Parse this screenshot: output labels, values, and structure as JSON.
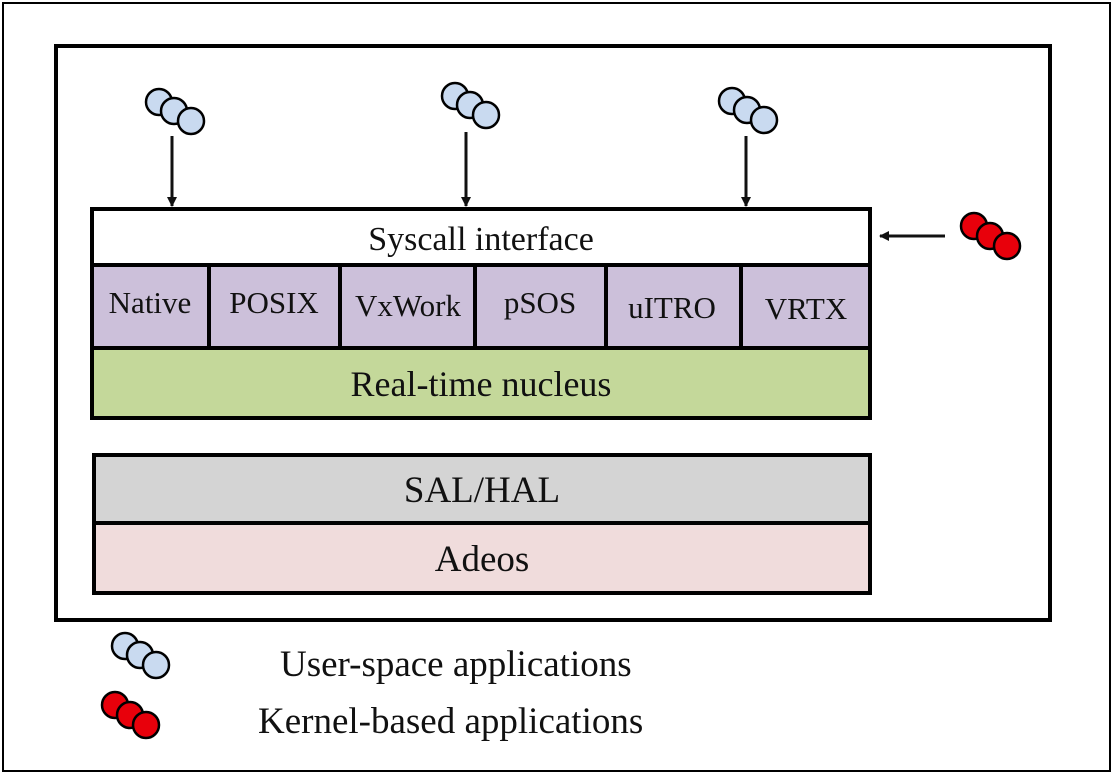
{
  "syscall": {
    "label": "Syscall interface"
  },
  "skins": [
    {
      "label": "Native"
    },
    {
      "label": "POSIX"
    },
    {
      "label": "VxWork"
    },
    {
      "label": "pSOS"
    },
    {
      "label": "uITRO"
    },
    {
      "label": "VRTX"
    }
  ],
  "nucleus": {
    "label": "Real-time nucleus"
  },
  "sal_hal": {
    "label": "SAL/HAL"
  },
  "adeos": {
    "label": "Adeos"
  },
  "legend": {
    "user_space": "User-space applications",
    "kernel_based": "Kernel-based applications"
  },
  "colors": {
    "user_app": "#c9daf0",
    "kernel_app": "#e8000b",
    "skin_fill": "#ccc0da",
    "nucleus_fill": "#c4d89a",
    "sal_fill": "#d4d4d4",
    "adeos_fill": "#f0dcdc"
  }
}
